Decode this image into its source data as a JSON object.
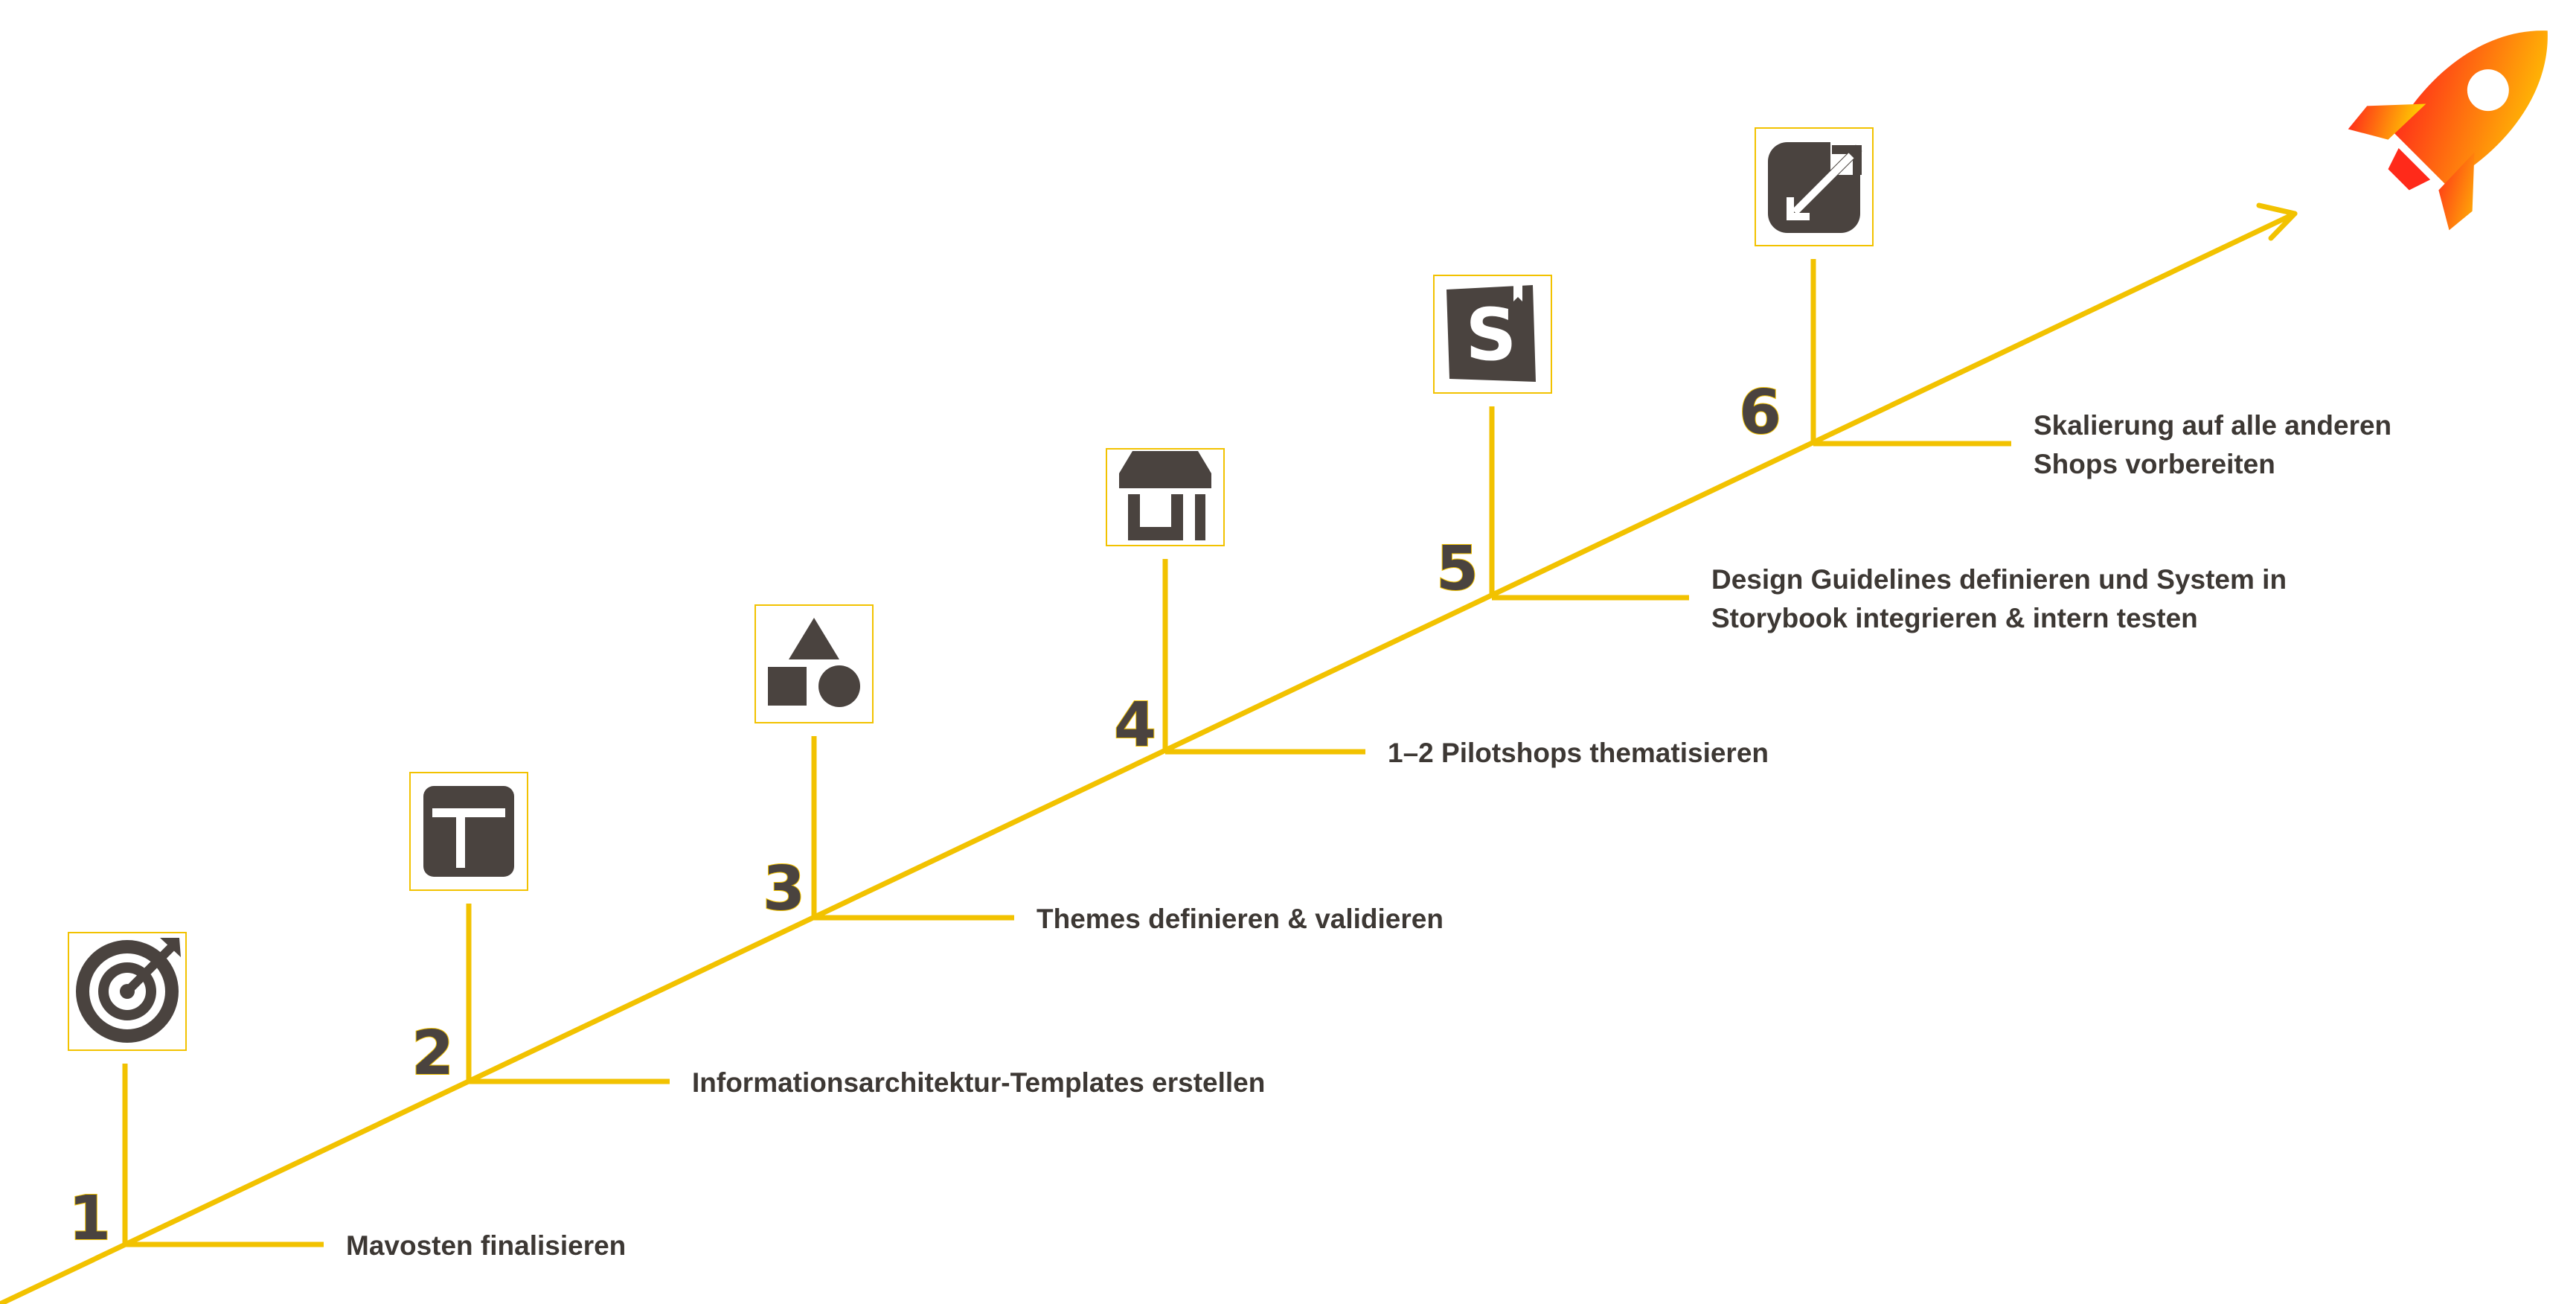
{
  "colors": {
    "line": "#f2c200",
    "icon": "#4a433f",
    "text": "#3d3834",
    "rocket_top": "#ffd400",
    "rocket_bottom": "#ff2a1a"
  },
  "steps": [
    {
      "number": "1",
      "icon": "target-icon",
      "label_lines": [
        "Mavosten finalisieren"
      ]
    },
    {
      "number": "2",
      "icon": "layout-icon",
      "label_lines": [
        "Informationsarchitektur-Templates erstellen"
      ]
    },
    {
      "number": "3",
      "icon": "shapes-icon",
      "label_lines": [
        "Themes definieren & validieren"
      ]
    },
    {
      "number": "4",
      "icon": "storefront-icon",
      "label_lines": [
        "1–2 Pilotshops thematisieren"
      ]
    },
    {
      "number": "5",
      "icon": "storybook-icon",
      "label_lines": [
        "Design Guidelines definieren und System in",
        "Storybook integrieren & intern testen"
      ]
    },
    {
      "number": "6",
      "icon": "expand-icon",
      "label_lines": [
        "Skalierung auf alle anderen",
        "Shops vorbereiten"
      ]
    }
  ],
  "end_icon": "rocket-icon"
}
